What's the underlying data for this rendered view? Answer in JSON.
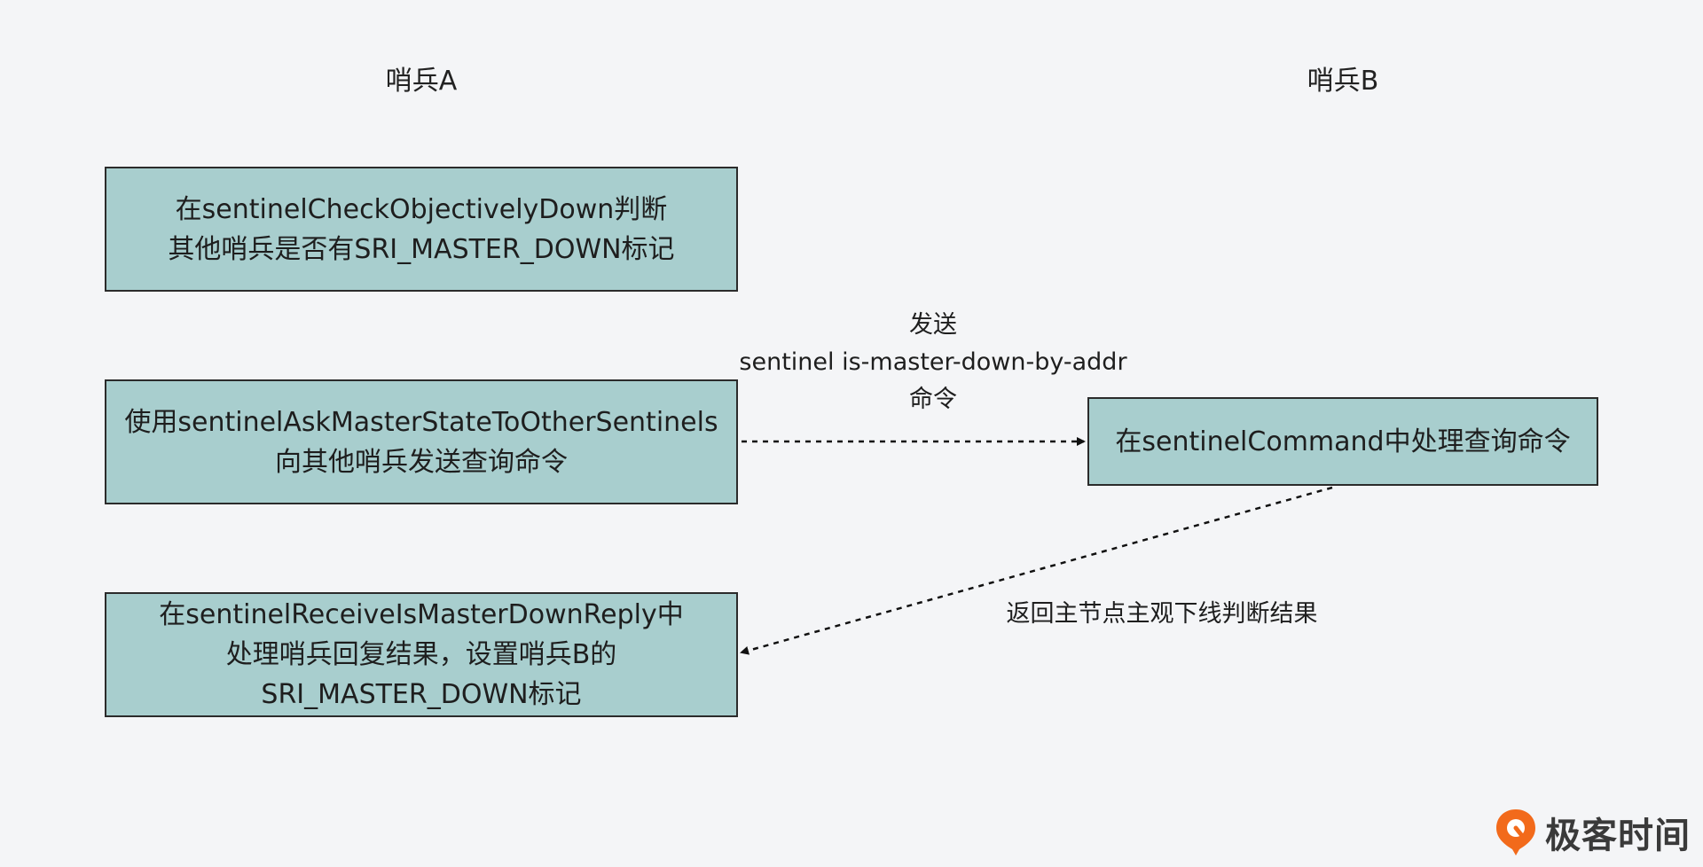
{
  "columns": {
    "a_title": "哨兵A",
    "b_title": "哨兵B"
  },
  "boxes": {
    "check_down": {
      "line1": "在sentinelCheckObjectivelyDown判断",
      "line2": "其他哨兵是否有SRI_MASTER_DOWN标记"
    },
    "ask_master": {
      "line1": "使用sentinelAskMasterStateToOtherSentinels",
      "line2": "向其他哨兵发送查询命令"
    },
    "receive_reply": {
      "line1": "在sentinelReceiveIsMasterDownReply中",
      "line2": "处理哨兵回复结果，设置哨兵B的",
      "line3": "SRI_MASTER_DOWN标记"
    },
    "sentinel_command": {
      "line1": "在sentinelCommand中处理查询命令"
    }
  },
  "edges": {
    "send": {
      "line1": "发送",
      "line2": "sentinel is-master-down-by-addr",
      "line3": "命令"
    },
    "reply": {
      "line1": "返回主节点主观下线判断结果"
    }
  },
  "logo": {
    "text": "极客时间",
    "color": "#f26a1b"
  }
}
